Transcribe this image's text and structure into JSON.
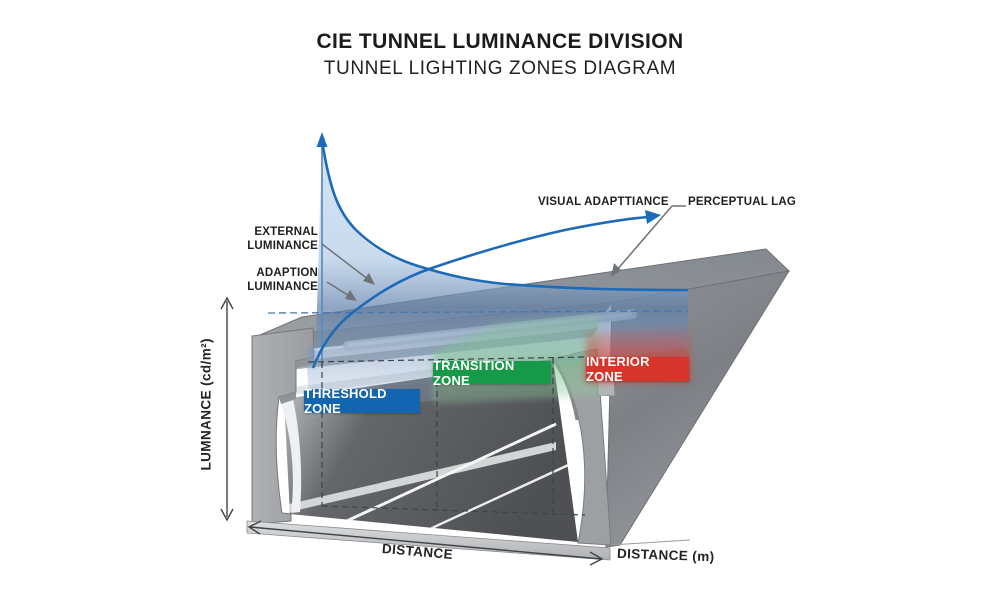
{
  "title": "CIE TUNNEL LUMINANCE DIVISION",
  "subtitle": "TUNNEL LIGHTING ZONES DIAGRAM",
  "labels": {
    "external_luminance": {
      "line1": "EXTERNAL",
      "line2": "LUMINANCE"
    },
    "adaption_luminance": {
      "line1": "ADAPTION",
      "line2": "LUMINANCE"
    },
    "visual_adaptation": "VISUAL ADAPTTIANCE",
    "perceptual_lag": "PERCEPTUAL LAG"
  },
  "zones": [
    {
      "id": "threshold",
      "label": "THRESHOLD ZONE",
      "color": "#1266b0"
    },
    {
      "id": "transition",
      "label": "TRANSITION ZONE",
      "color": "#17994a"
    },
    {
      "id": "interior",
      "label": "INTERIOR ZONE",
      "color": "#d7352b"
    }
  ],
  "axes": {
    "y_label": "LUMNANCE (cd/m²)",
    "x_label": "DISTANCE",
    "x_unit_label": "DISTANCE (m)"
  },
  "colors": {
    "curve_blue": "#1d6ab8",
    "graph_fill_blue": "#a9c4e0",
    "threshold_blue": "#1266b0",
    "transition_green": "#17994a",
    "interior_red": "#d7352b"
  }
}
